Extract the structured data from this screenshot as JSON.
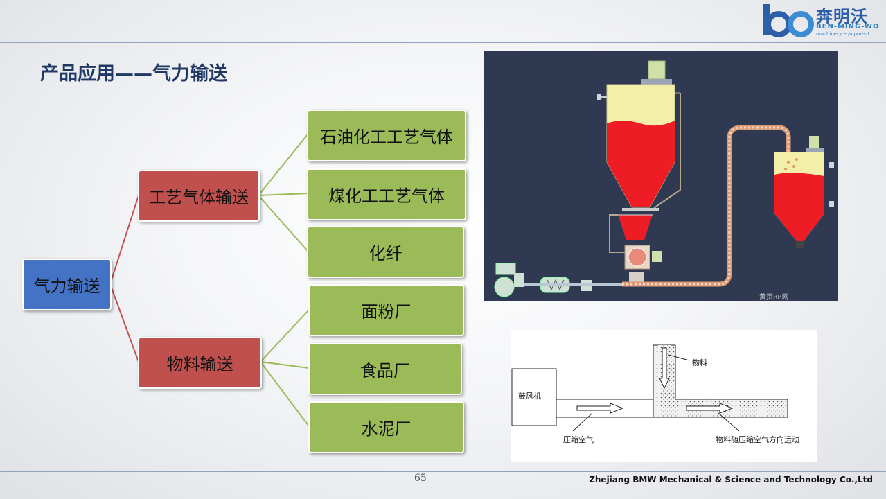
{
  "logo": {
    "name_cn": "奔明沃",
    "name_en": "BEN-MING-WO",
    "tagline": "machinery equipment"
  },
  "title": "产品应用——气力输送",
  "tree": {
    "root": "气力输送",
    "branches": [
      {
        "label": "工艺气体输送",
        "children": [
          "石油化工工艺气体",
          "煤化工工艺气体",
          "化纤"
        ]
      },
      {
        "label": "物料输送",
        "children": [
          "面粉厂",
          "食品厂",
          "水泥厂"
        ]
      }
    ]
  },
  "photo": {
    "watermark": "黄页88网"
  },
  "diagram": {
    "blower": "鼓风机",
    "material": "物料",
    "compressed_air": "压缩空气",
    "flow": "物料随压缩空气方向运动"
  },
  "page_number": "65",
  "footer": "Zhejiang BMW Mechanical & Science and Technology Co.,Ltd",
  "colors": {
    "root_box": "#4472c4",
    "branch_box": "#c0504d",
    "leaf_box": "#9bbb59",
    "title": "#1f3864",
    "logo": "#2d5ea8"
  }
}
